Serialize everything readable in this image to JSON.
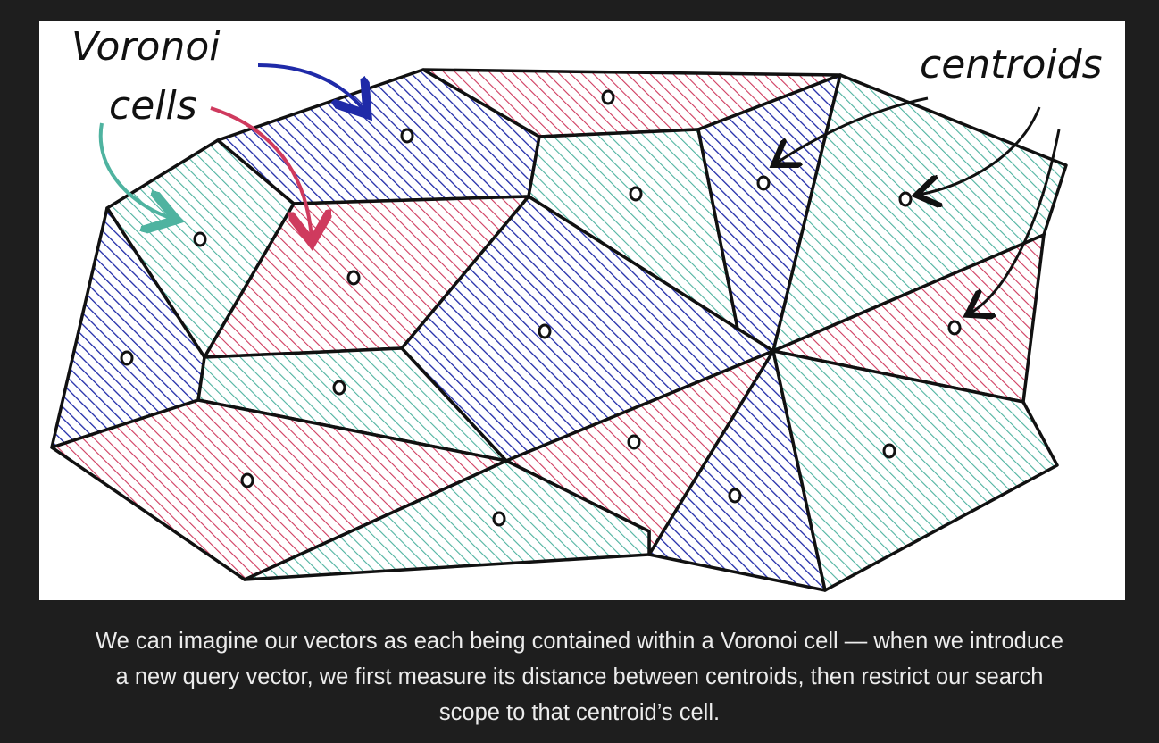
{
  "diagram": {
    "labels": {
      "voronoi_line1": "Voronoi",
      "voronoi_line2": "cells",
      "centroids": "centroids"
    },
    "colors": {
      "blue": "#1f2aa8",
      "red": "#cf3a5e",
      "green": "#4fb3a0",
      "edge": "#111111"
    }
  },
  "caption": {
    "line1": "We can imagine our vectors as each being contained within a Voronoi cell — when we introduce",
    "line2": "a new query vector, we first measure its distance between centroids, then restrict our search",
    "line3": "scope to that centroid’s cell."
  }
}
